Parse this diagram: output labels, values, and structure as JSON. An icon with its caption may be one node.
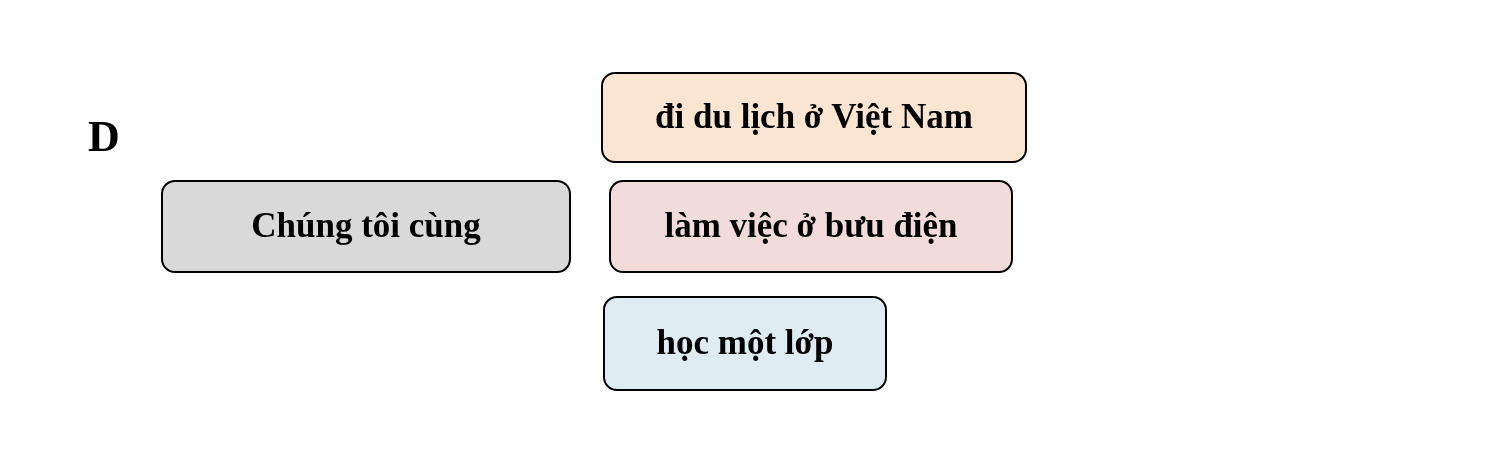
{
  "diagram": {
    "nodes": [
      {
        "text": [
          "đi du lịch ở Việt Nam"
        ]
      },
      {
        "text": [
          "Chúng tôi cùng"
        ]
      },
      {
        "text": [
          "làm việc ở bưu điện"
        ]
      },
      {
        "text": [
          "học một lớp"
        ]
      }
    ],
    "labels": [
      "D"
    ]
  }
}
